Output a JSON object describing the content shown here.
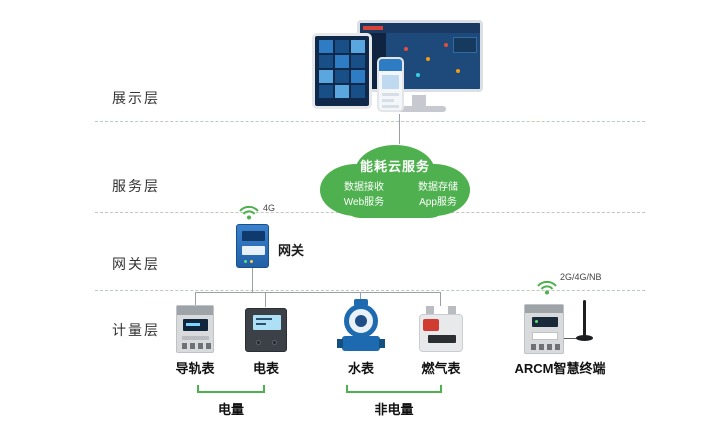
{
  "layers": [
    {
      "label": "展示层"
    },
    {
      "label": "服务层"
    },
    {
      "label": "网关层"
    },
    {
      "label": "计量层"
    }
  ],
  "cloud": {
    "title": "能耗云服务",
    "left_items": [
      "数据接收",
      "Web服务"
    ],
    "right_items": [
      "数据存储",
      "App服务"
    ]
  },
  "gateway": {
    "label": "网关",
    "wireless_label": "4G"
  },
  "meters": [
    {
      "label": "导轨表"
    },
    {
      "label": "电表"
    },
    {
      "label": "水表"
    },
    {
      "label": "燃气表"
    }
  ],
  "arcm": {
    "label": "ARCM智慧终端",
    "wireless_label": "2G/4G/NB"
  },
  "groups": [
    {
      "label": "电量"
    },
    {
      "label": "非电量"
    }
  ],
  "colors": {
    "cloud_green": "#4eb04e",
    "gateway_blue": "#2a6db5",
    "water_blue": "#1d6ab0",
    "gas_red": "#d23b2f",
    "connector_gray": "#9aa0a6",
    "divider_green_gray": "#bcc9bc"
  }
}
